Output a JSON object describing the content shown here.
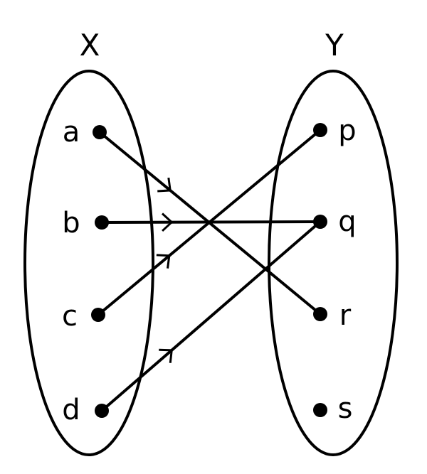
{
  "sets": {
    "x": {
      "label": "X",
      "elements": [
        "a",
        "b",
        "c",
        "d"
      ]
    },
    "y": {
      "label": "Y",
      "elements": [
        "p",
        "q",
        "r",
        "s"
      ]
    }
  },
  "mapping": [
    {
      "from": "a",
      "to": "r"
    },
    {
      "from": "b",
      "to": "q"
    },
    {
      "from": "c",
      "to": "p"
    },
    {
      "from": "d",
      "to": "q"
    }
  ]
}
